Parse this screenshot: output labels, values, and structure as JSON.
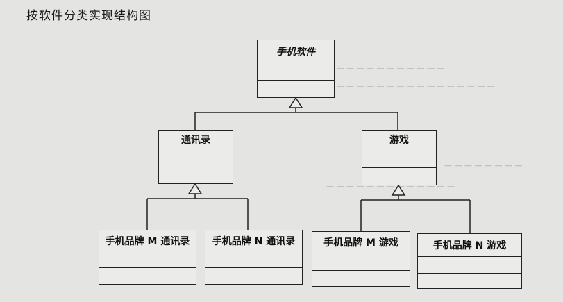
{
  "title": "按软件分类实现结构图",
  "classes": {
    "software": "手机软件",
    "contacts": "通讯录",
    "game": "游戏",
    "brand_m_contacts": "手机品牌 M 通讯录",
    "brand_n_contacts": "手机品牌 N 通讯录",
    "brand_m_game": "手机品牌 M 游戏",
    "brand_n_game": "手机品牌 N 游戏"
  }
}
